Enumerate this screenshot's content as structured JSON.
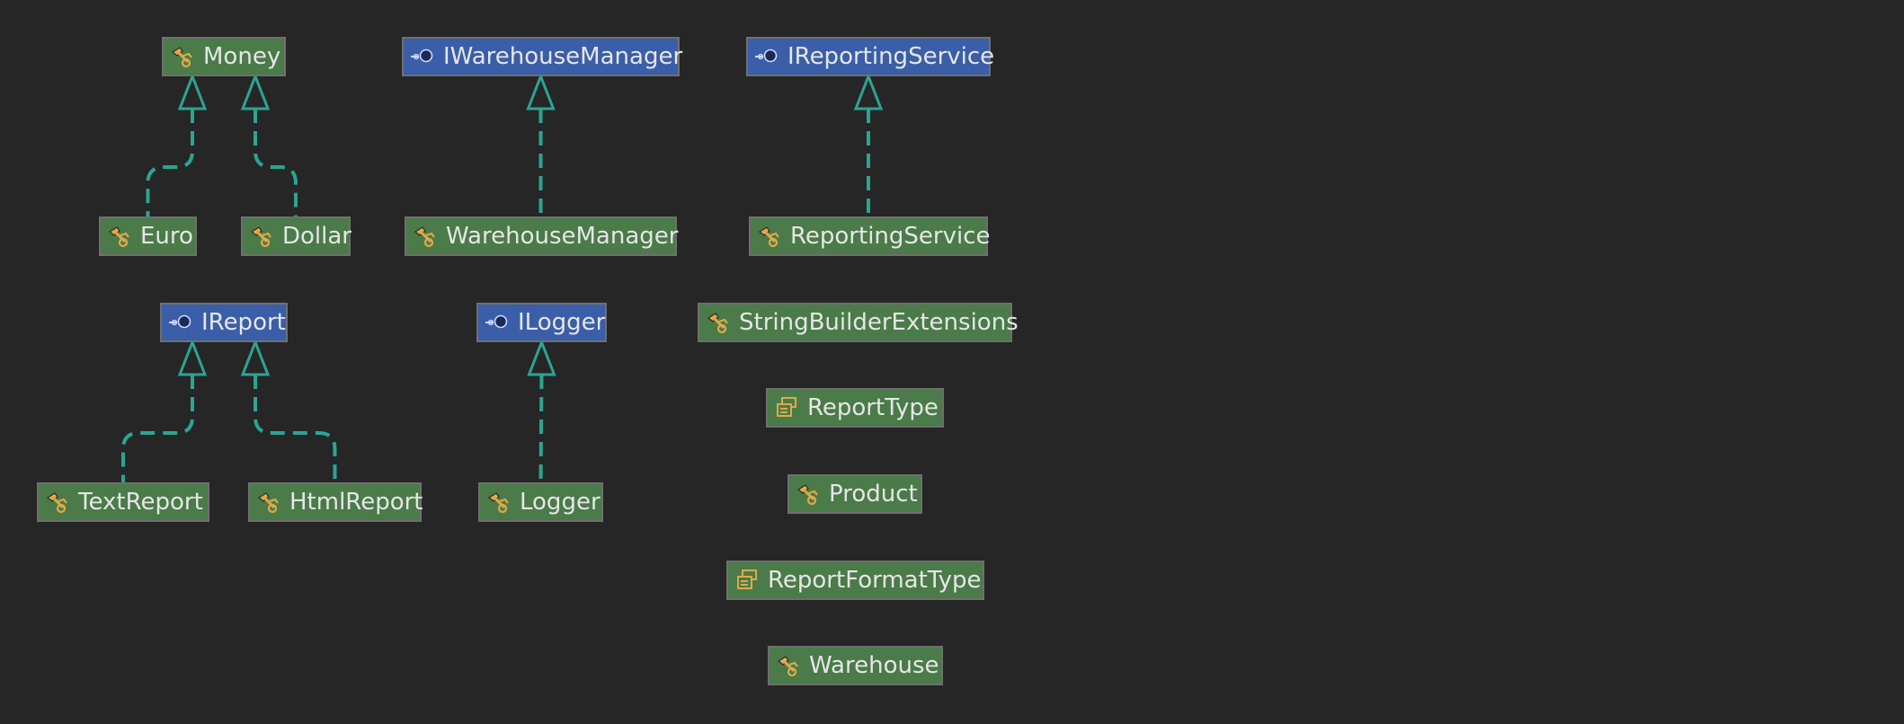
{
  "colors": {
    "background": "#262626",
    "class_fill": "#4a7b49",
    "interface_fill": "#3a5ea8",
    "border": "#6f6f6f",
    "edge": "#2aa593",
    "text": "#e6e6e6",
    "icon_gold": "#e0a94a"
  },
  "nodes": {
    "money": {
      "label": "Money",
      "kind": "class",
      "icon": "class-icon"
    },
    "euro": {
      "label": "Euro",
      "kind": "class",
      "icon": "class-icon"
    },
    "dollar": {
      "label": "Dollar",
      "kind": "class",
      "icon": "class-icon"
    },
    "iwarehousemanager": {
      "label": "IWarehouseManager",
      "kind": "interface",
      "icon": "interface-icon"
    },
    "warehousemanager": {
      "label": "WarehouseManager",
      "kind": "class",
      "icon": "class-icon"
    },
    "ireportingservice": {
      "label": "IReportingService",
      "kind": "interface",
      "icon": "interface-icon"
    },
    "reportingservice": {
      "label": "ReportingService",
      "kind": "class",
      "icon": "class-icon"
    },
    "ireport": {
      "label": "IReport",
      "kind": "interface",
      "icon": "interface-icon"
    },
    "textreport": {
      "label": "TextReport",
      "kind": "class",
      "icon": "class-icon"
    },
    "htmlreport": {
      "label": "HtmlReport",
      "kind": "class",
      "icon": "class-icon"
    },
    "ilogger": {
      "label": "ILogger",
      "kind": "interface",
      "icon": "interface-icon"
    },
    "logger": {
      "label": "Logger",
      "kind": "class",
      "icon": "class-icon"
    },
    "stringbuilderextensions": {
      "label": "StringBuilderExtensions",
      "kind": "class",
      "icon": "class-icon"
    },
    "reporttype": {
      "label": "ReportType",
      "kind": "enum",
      "icon": "enum-icon"
    },
    "product": {
      "label": "Product",
      "kind": "class",
      "icon": "class-icon"
    },
    "reportformattype": {
      "label": "ReportFormatType",
      "kind": "enum",
      "icon": "enum-icon"
    },
    "warehouse": {
      "label": "Warehouse",
      "kind": "class",
      "icon": "class-icon"
    }
  },
  "edges": [
    {
      "from": "euro",
      "to": "money",
      "type": "implements"
    },
    {
      "from": "dollar",
      "to": "money",
      "type": "implements"
    },
    {
      "from": "warehousemanager",
      "to": "iwarehousemanager",
      "type": "implements"
    },
    {
      "from": "reportingservice",
      "to": "ireportingservice",
      "type": "implements"
    },
    {
      "from": "textreport",
      "to": "ireport",
      "type": "implements"
    },
    {
      "from": "htmlreport",
      "to": "ireport",
      "type": "implements"
    },
    {
      "from": "logger",
      "to": "ilogger",
      "type": "implements"
    }
  ]
}
